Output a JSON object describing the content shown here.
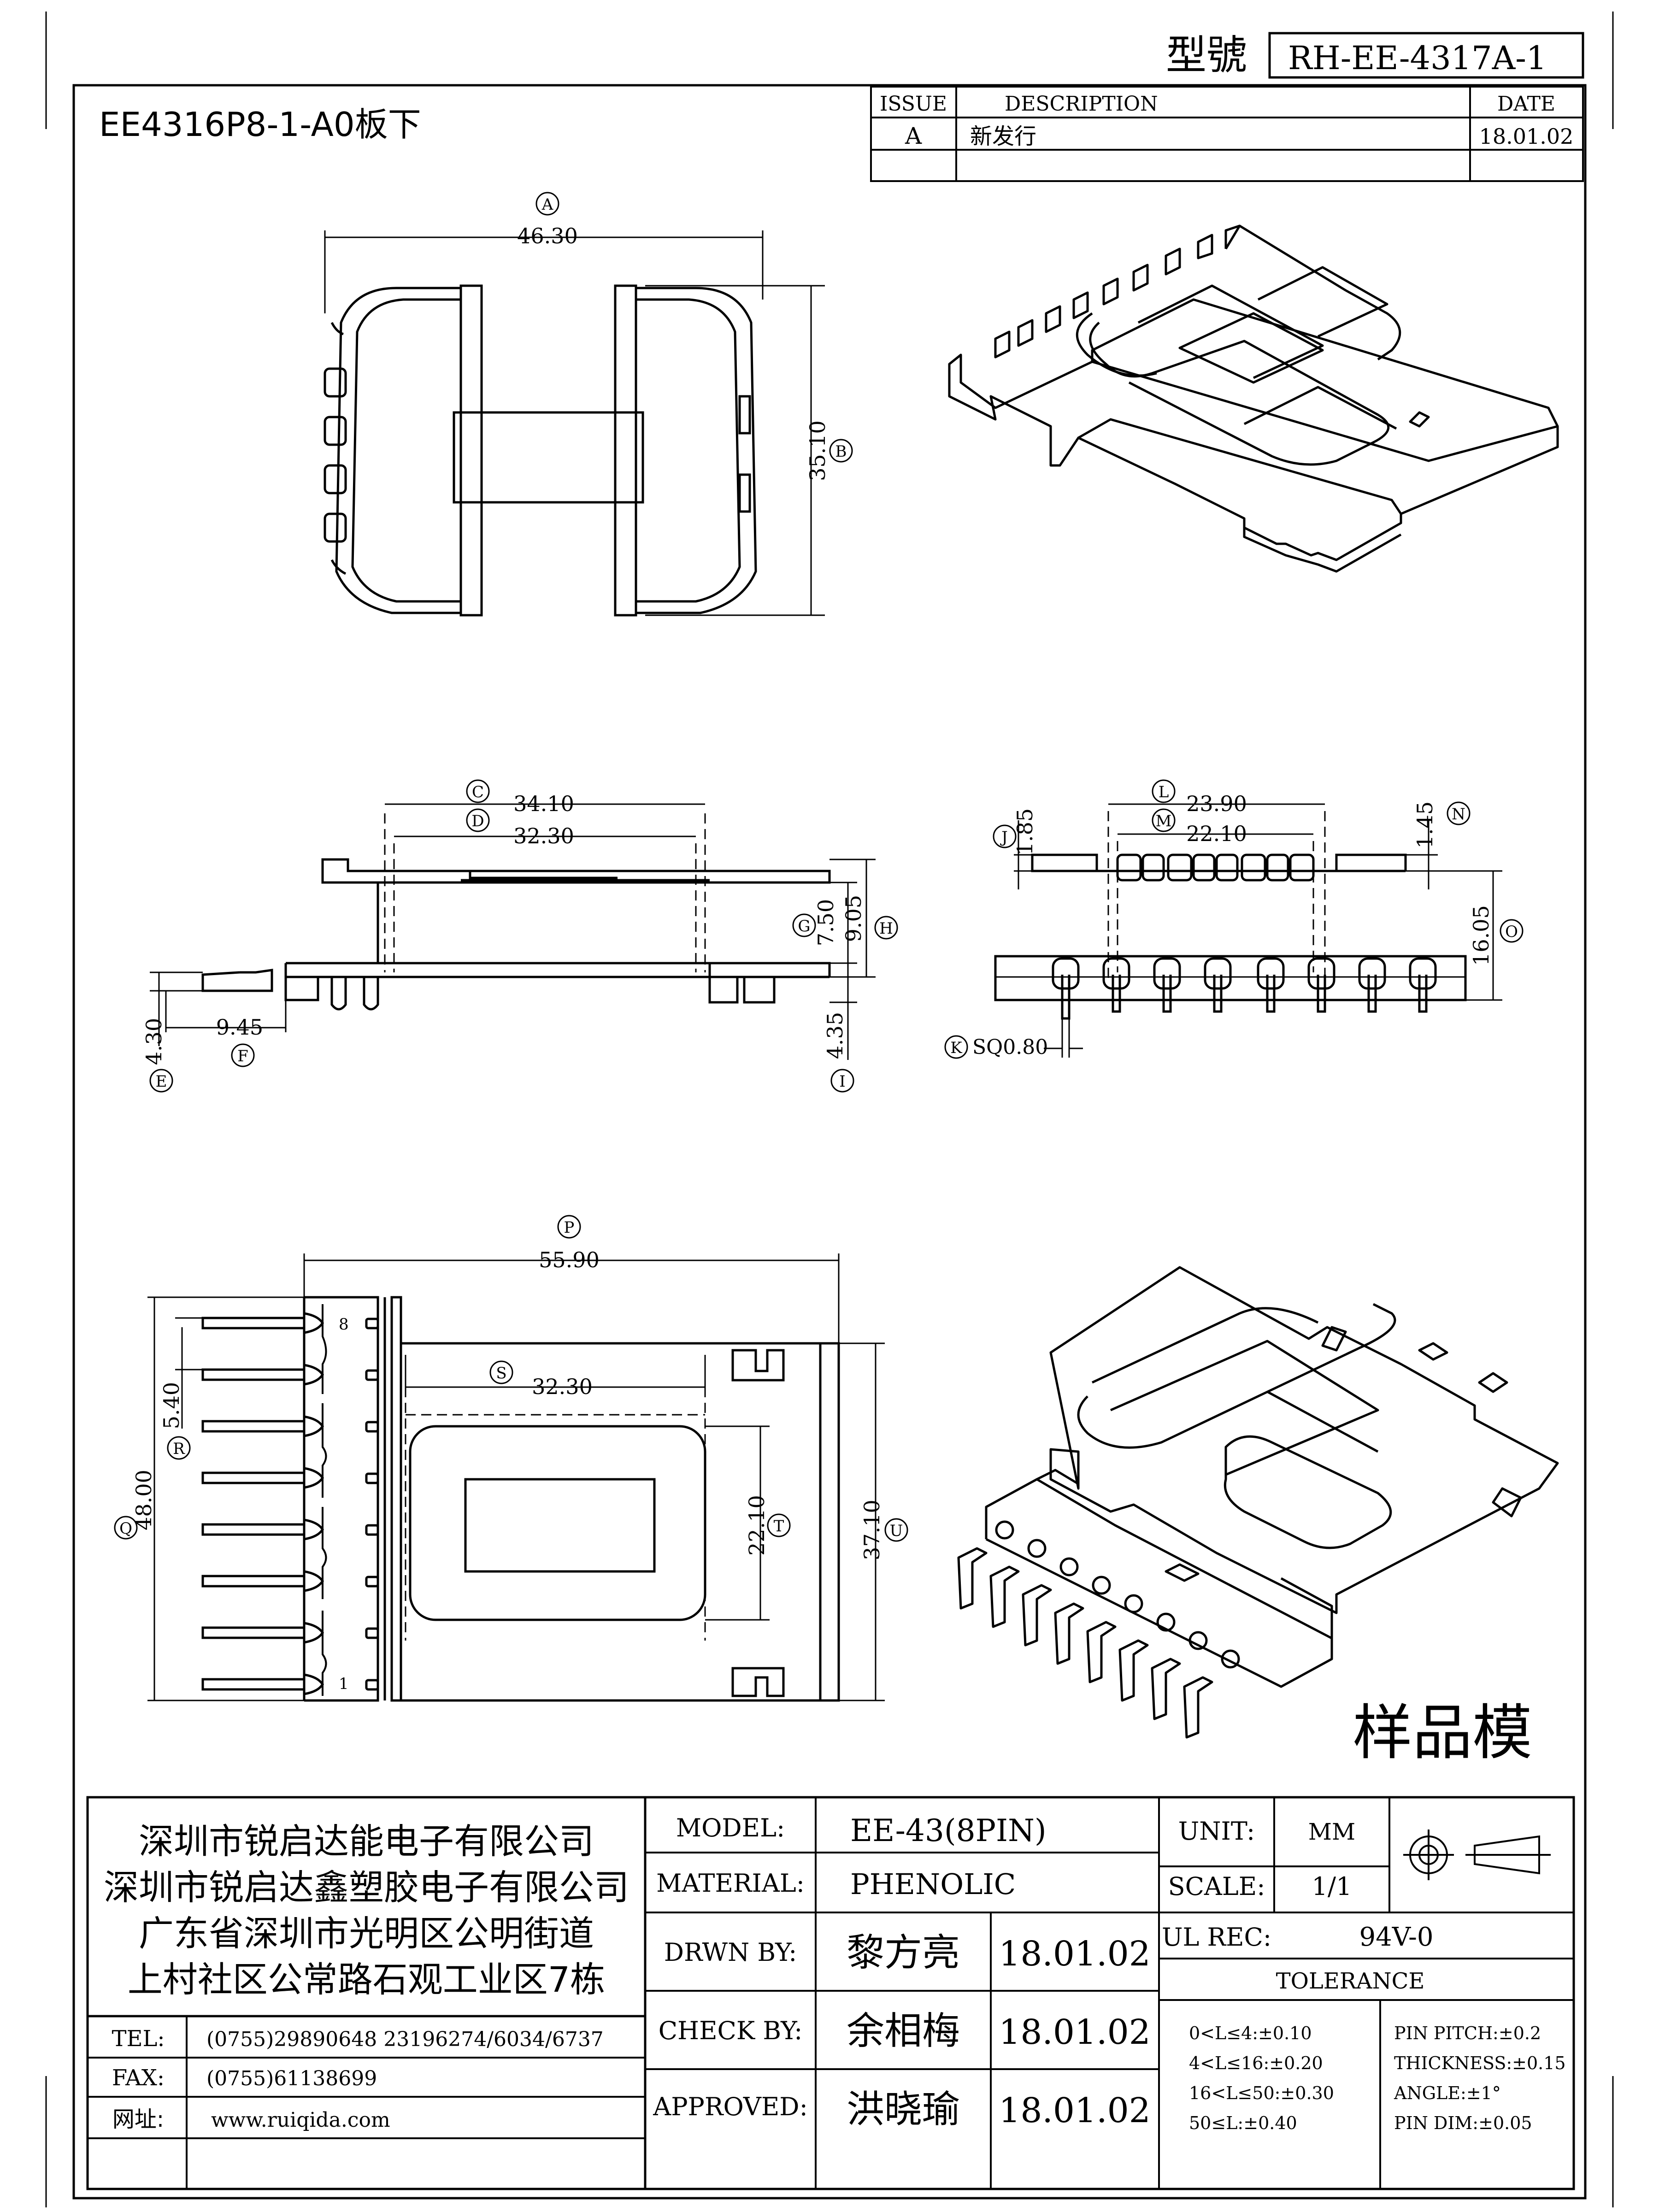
{
  "header": {
    "model_label": "型號",
    "model_number": "RH-EE-4317A-1",
    "part_name": "EE4316P8-1-A0板下"
  },
  "revision": {
    "col_issue": "ISSUE",
    "col_description": "DESCRIPTION",
    "col_date": "DATE",
    "rows": [
      {
        "issue": "A",
        "description": "新发行",
        "date": "18.01.02"
      }
    ]
  },
  "dimensions": {
    "A": {
      "tag": "A",
      "value": "46.30"
    },
    "B": {
      "tag": "B",
      "value": "35.10"
    },
    "C": {
      "tag": "C",
      "value": "34.10"
    },
    "D": {
      "tag": "D",
      "value": "32.30"
    },
    "E": {
      "tag": "E",
      "value": "4.30"
    },
    "F": {
      "tag": "F",
      "value": "9.45"
    },
    "G": {
      "tag": "G",
      "value": "7.50"
    },
    "H": {
      "tag": "H",
      "value": "9.05"
    },
    "I": {
      "tag": "I",
      "value": "4.35"
    },
    "J": {
      "tag": "J",
      "value": "1.85"
    },
    "K": {
      "tag": "K",
      "value": "SQ0.80"
    },
    "L": {
      "tag": "L",
      "value": "23.90"
    },
    "M": {
      "tag": "M",
      "value": "22.10"
    },
    "N": {
      "tag": "N",
      "value": "1.45"
    },
    "O": {
      "tag": "O",
      "value": "16.05"
    },
    "P": {
      "tag": "P",
      "value": "55.90"
    },
    "Q": {
      "tag": "Q",
      "value": "48.00"
    },
    "R": {
      "tag": "R",
      "value": "5.40"
    },
    "S": {
      "tag": "S",
      "value": "32.30"
    },
    "T": {
      "tag": "T",
      "value": "22.10"
    },
    "U": {
      "tag": "U",
      "value": "37.10"
    }
  },
  "pin_labels": {
    "first": "1",
    "last": "8"
  },
  "sample_stamp": "样品模",
  "title_block": {
    "company_lines": [
      "深圳市锐启达能电子有限公司",
      "深圳市锐启达鑫塑胶电子有限公司",
      "广东省深圳市光明区公明街道",
      "上村社区公常路石观工业区7栋"
    ],
    "contacts": [
      {
        "label": "TEL:",
        "value": "(0755)29890648   23196274/6034/6737"
      },
      {
        "label": "FAX:",
        "value": "(0755)61138699"
      },
      {
        "label": "网址:",
        "value": "www.ruiqida.com"
      }
    ],
    "model_label": "MODEL:",
    "model_value": "EE-43(8PIN)",
    "material_label": "MATERIAL:",
    "material_value": "PHENOLIC",
    "drawn_label": "DRWN BY:",
    "drawn_name": "黎方亮",
    "drawn_date": "18.01.02",
    "check_label": "CHECK BY:",
    "check_name": "余相梅",
    "check_date": "18.01.02",
    "approved_label": "APPROVED:",
    "approved_name": "洪晓瑜",
    "approved_date": "18.01.02",
    "unit_label": "UNIT:",
    "unit_value": "MM",
    "scale_label": "SCALE:",
    "scale_value": "1/1",
    "ul_label": "UL REC:",
    "ul_value": "94V-0",
    "tolerance_title": "TOLERANCE",
    "tolerance_ranges": [
      "0<L≤4:±0.10",
      "4<L≤16:±0.20",
      "16<L≤50:±0.30",
      "50≤L:±0.40"
    ],
    "tolerance_other": [
      "PIN PITCH:±0.2",
      "THICKNESS:±0.15",
      "ANGLE:±1°",
      "PIN DIM:±0.05"
    ]
  }
}
